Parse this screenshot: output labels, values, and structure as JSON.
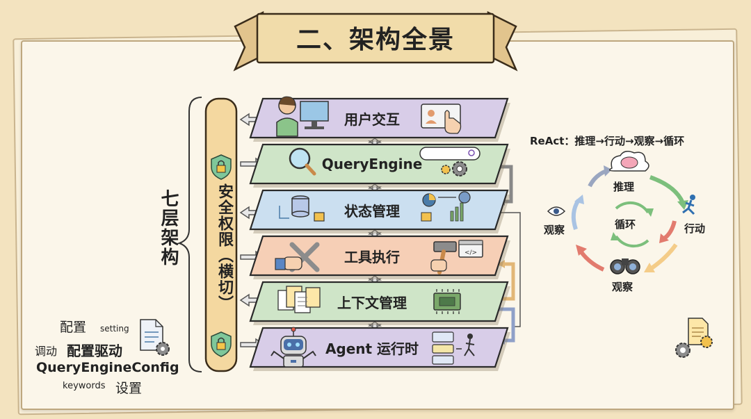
{
  "title": "二、架构全景",
  "left_label": "七层架构",
  "security_bar": "安全权限（横切）",
  "layers": [
    {
      "label": "用户交互",
      "color": "#d8cde8"
    },
    {
      "label": "QueryEngine",
      "color": "#cfe5c8"
    },
    {
      "label": "状态管理",
      "color": "#cbdff0"
    },
    {
      "label": "工具执行",
      "color": "#f6cfb6"
    },
    {
      "label": "上下文管理",
      "color": "#cfe5c8"
    },
    {
      "label": "Agent 运行时",
      "color": "#d8cde8"
    }
  ],
  "react": {
    "heading": "ReAct：推理→行动→观察→循环",
    "reason": "推理",
    "act": "行动",
    "observe_bottom": "观察",
    "observe_left": "观察",
    "loop": "循环"
  },
  "config": {
    "line1": "配置",
    "line1_small": "setting",
    "line2_prefix": "调动",
    "line2_main": "配置驱动",
    "line3": "QueryEngineConfig",
    "line4_small": "keywords",
    "line4_suffix": "设置"
  },
  "query_icon_text": "</>"
}
